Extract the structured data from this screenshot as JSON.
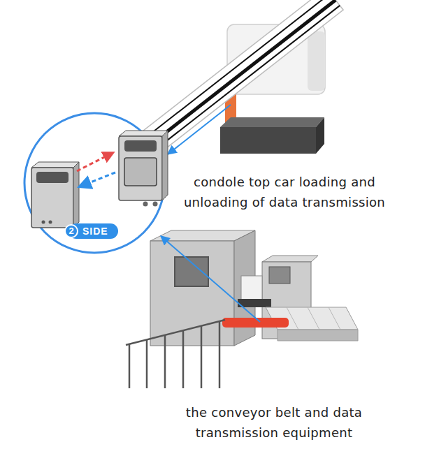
{
  "diagram": {
    "nodes": [
      {
        "text": [
          "SIDE"
        ]
      },
      {
        "text": [
          "2"
        ],
        "in": 0
      }
    ],
    "labels": [
      "condole top car loading and unloading of data transmission",
      "the conveyor belt and data transmission equipment"
    ]
  }
}
